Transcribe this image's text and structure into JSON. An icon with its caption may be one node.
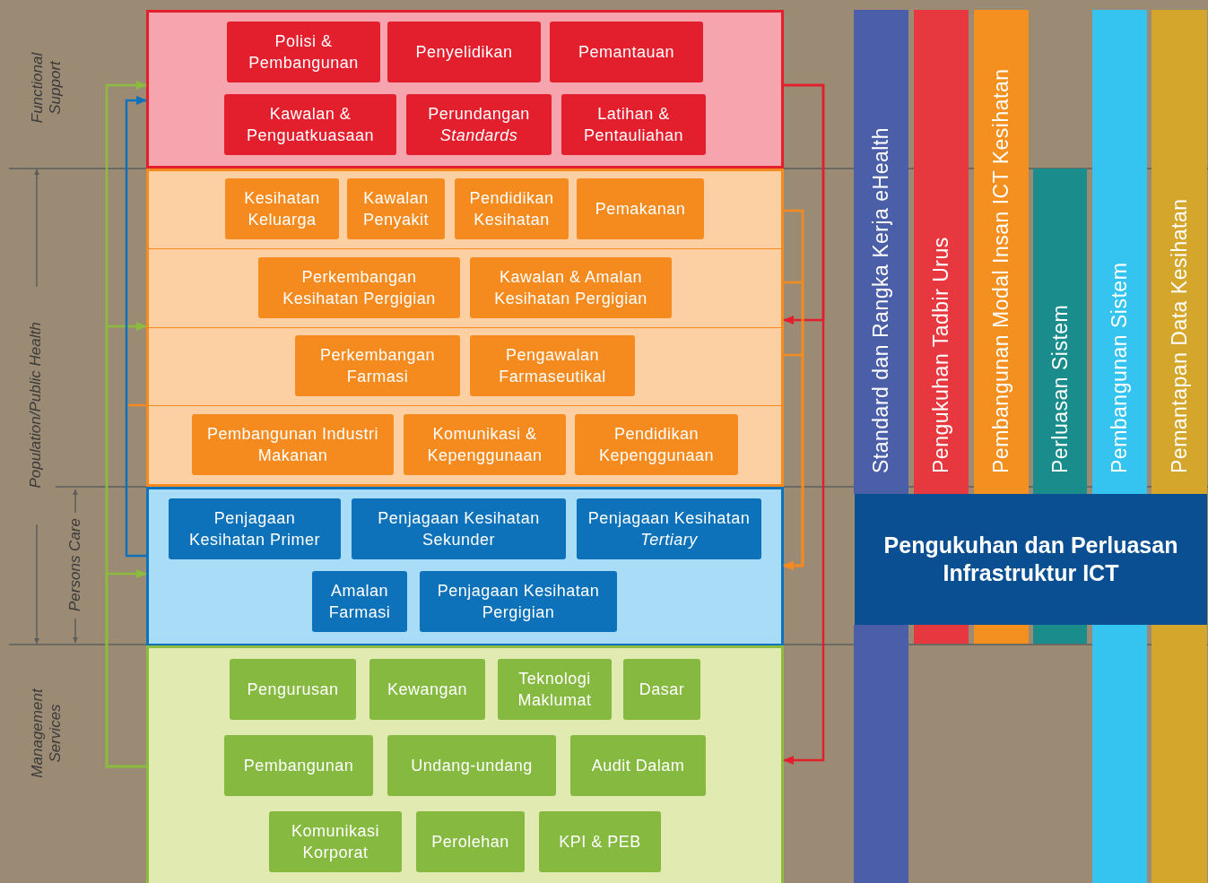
{
  "diagram": {
    "nodes": [
      {
        "text": [],
        "shape": "box"
      },
      {
        "text": [
          "Polisi & Pembangunan"
        ],
        "in": 0
      },
      {
        "text": [
          "Penyelidikan"
        ],
        "in": 0
      },
      {
        "text": [
          "Pemantauan"
        ],
        "in": 0
      },
      {
        "text": [
          "Kawalan & Penguatkuasaan"
        ],
        "in": 0
      },
      {
        "text": [
          "Perundangan *Standards*"
        ],
        "in": 0
      },
      {
        "text": [
          "Latihan & Pentauliahan"
        ],
        "in": 0
      },
      {
        "text": [],
        "shape": "box"
      },
      {
        "text": [
          "Kesihatan Keluarga"
        ],
        "in": 7
      },
      {
        "text": [
          "Kawalan Penyakit"
        ],
        "in": 7
      },
      {
        "text": [
          "Pendidikan Kesihatan"
        ],
        "in": 7
      },
      {
        "text": [
          "Pemakanan"
        ],
        "in": 7
      },
      {
        "text": [
          "Perkembangan Kesihatan Pergigian"
        ],
        "in": 7
      },
      {
        "text": [
          "Kawalan & Amalan Kesihatan Pergigian"
        ],
        "in": 7
      },
      {
        "text": [
          "Perkembangan Farmasi"
        ],
        "in": 7
      },
      {
        "text": [
          "Pengawalan Farmaseutikal"
        ],
        "in": 7
      },
      {
        "text": [
          "Pembangunan Industri Makanan"
        ],
        "in": 7
      },
      {
        "text": [
          "Komunikasi & Kepenggunaan"
        ],
        "in": 7
      },
      {
        "text": [
          "Pendidikan Kepenggunaan"
        ],
        "in": 7
      },
      {
        "text": [],
        "shape": "box"
      },
      {
        "text": [
          "Penjagaan Kesihatan Primer"
        ],
        "in": 19
      },
      {
        "text": [
          "Penjagaan Kesihatan Sekunder"
        ],
        "in": 19
      },
      {
        "text": [
          "Penjagaan Kesihatan *Tertiary*"
        ],
        "in": 19
      },
      {
        "text": [
          "Amalan Farmasi"
        ],
        "in": 19
      },
      {
        "text": [
          "Penjagaan Kesihatan Pergigian"
        ],
        "in": 19
      },
      {
        "text": [],
        "shape": "box"
      },
      {
        "text": [
          "Pengurusan"
        ],
        "in": 25
      },
      {
        "text": [
          "Kewangan"
        ],
        "in": 25
      },
      {
        "text": [
          "Teknologi Maklumat"
        ],
        "in": 25
      },
      {
        "text": [
          "Dasar"
        ],
        "in": 25
      },
      {
        "text": [
          "Pembangunan"
        ],
        "in": 25
      },
      {
        "text": [
          "Undang-undang"
        ],
        "in": 25
      },
      {
        "text": [
          "Audit Dalam"
        ],
        "in": 25
      },
      {
        "text": [
          "Komunikasi Korporat"
        ],
        "in": 25
      },
      {
        "text": [
          "Perolehan"
        ],
        "in": 25
      },
      {
        "text": [
          "KPI & PEB"
        ],
        "in": 25
      },
      {
        "text": [
          "Standard dan Rangka Kerja eHealth"
        ]
      },
      {
        "text": [
          "Pengukuhan Tadbir Urus"
        ]
      },
      {
        "text": [
          "Pembangunan Modal Insan ICT Kesihatan"
        ]
      },
      {
        "text": [
          "Perluasan Sistem"
        ]
      },
      {
        "text": [
          "Pembangunan Sistem"
        ]
      },
      {
        "text": [
          "Pemantapan Data Kesihatan"
        ]
      },
      {
        "text": [
          "Pengukuhan dan Perluasan Infrastruktur ICT"
        ]
      }
    ],
    "edges": [
      {
        "from": 25,
        "to": 0,
        "arrow": "to",
        "color": "#8cbc3f"
      },
      {
        "from": 25,
        "to": 7,
        "arrow": "to",
        "color": "#8cbc3f"
      },
      {
        "from": 25,
        "to": 19,
        "arrow": "to",
        "color": "#8cbc3f"
      },
      {
        "from": 19,
        "to": 0,
        "arrow": "to",
        "color": "#0d72ba"
      },
      {
        "from": 7,
        "to": null,
        "arrow": "none",
        "color": "#f58b1f"
      },
      {
        "from": 0,
        "to": 7,
        "arrow": "to",
        "color": "#e31e2d"
      },
      {
        "from": 0,
        "to": 25,
        "arrow": "to",
        "color": "#e31e2d"
      },
      {
        "from": 7,
        "to": 19,
        "arrow": "to",
        "color": "#f58b1f"
      },
      {
        "from": 7,
        "to": 19,
        "arrow": "to",
        "color": "#f58b1f"
      },
      {
        "from": 7,
        "to": 19,
        "arrow": "to",
        "color": "#f58b1f"
      }
    ],
    "labels": [
      "Functional Support",
      "Population/Public Health",
      "Persons Care",
      "Management Services"
    ]
  }
}
